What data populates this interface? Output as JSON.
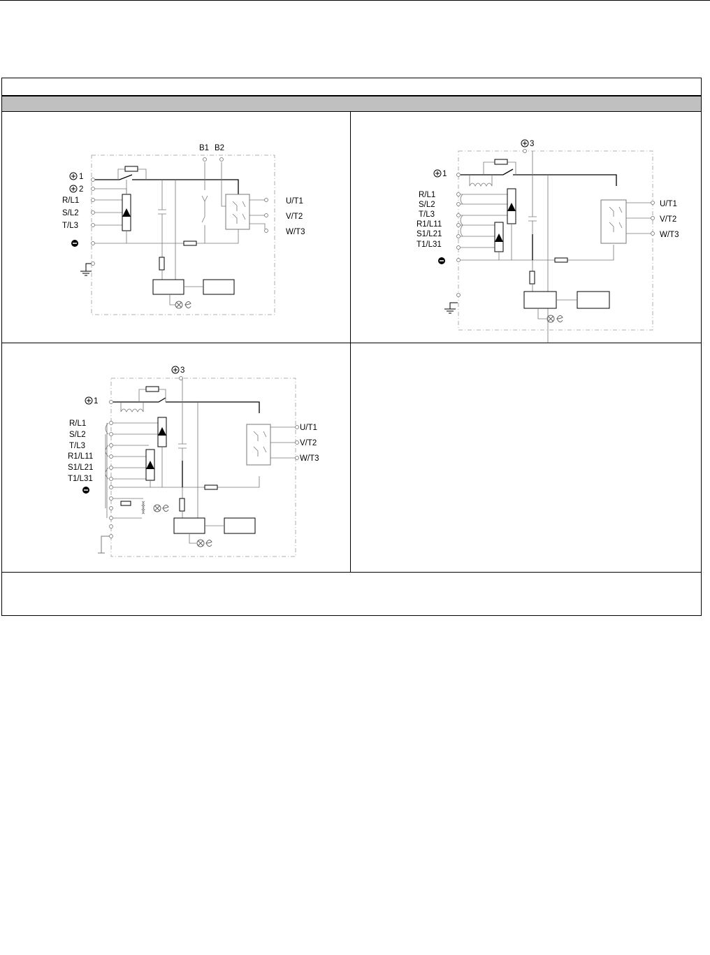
{
  "table": {
    "title_row": "",
    "header_row": "",
    "footer_note": ""
  },
  "diagram1": {
    "terminals_left": [
      "1",
      "2",
      "R/L1",
      "S/L2",
      "T/L3"
    ],
    "brake_terminals": [
      "B1",
      "B2"
    ],
    "outputs": [
      "U/T1",
      "V/T2",
      "W/T3"
    ]
  },
  "diagram2": {
    "top_terminal": "3",
    "terminals_left": [
      "1",
      "R/L1",
      "S/L2",
      "T/L3",
      "R1/L11",
      "S1/L21",
      "T1/L31"
    ],
    "outputs": [
      "U/T1",
      "V/T2",
      "W/T3"
    ]
  },
  "diagram3": {
    "top_terminal": "3",
    "terminals_left": [
      "1",
      "R/L1",
      "S/L2",
      "T/L3",
      "R1/L11",
      "S1/L21",
      "T1/L31"
    ],
    "outputs": [
      "U/T1",
      "V/T2",
      "W/T3"
    ]
  }
}
